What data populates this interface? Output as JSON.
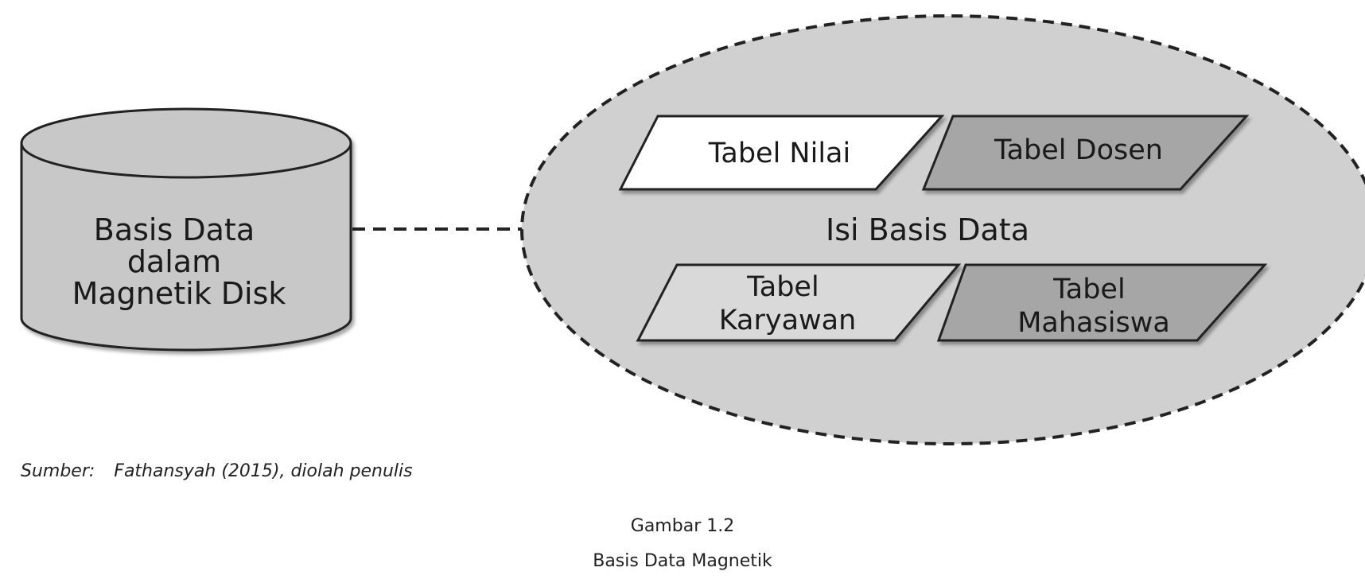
{
  "diagram": {
    "disk_label": [
      "Basis Data",
      "dalam",
      "Magnetik Disk"
    ],
    "ellipse_label": "Isi Basis Data",
    "tables": [
      {
        "lines": [
          "Tabel Nilai"
        ],
        "fill": "#ffffff"
      },
      {
        "lines": [
          "Tabel Dosen"
        ],
        "fill": "#a6a6a6"
      },
      {
        "lines": [
          "Tabel",
          "Karyawan"
        ],
        "fill": "#d9d9d9"
      },
      {
        "lines": [
          "Tabel",
          "Mahasiswa"
        ],
        "fill": "#a6a6a6"
      }
    ],
    "colors": {
      "disk": "#c8c8c8",
      "ellipse": "#d0d0d0",
      "stroke": "#222222"
    }
  },
  "source": {
    "prefix": "Sumber:",
    "text": "Fathansyah (2015), diolah penulis"
  },
  "caption": {
    "number": "Gambar 1.2",
    "title": "Basis Data Magnetik"
  }
}
